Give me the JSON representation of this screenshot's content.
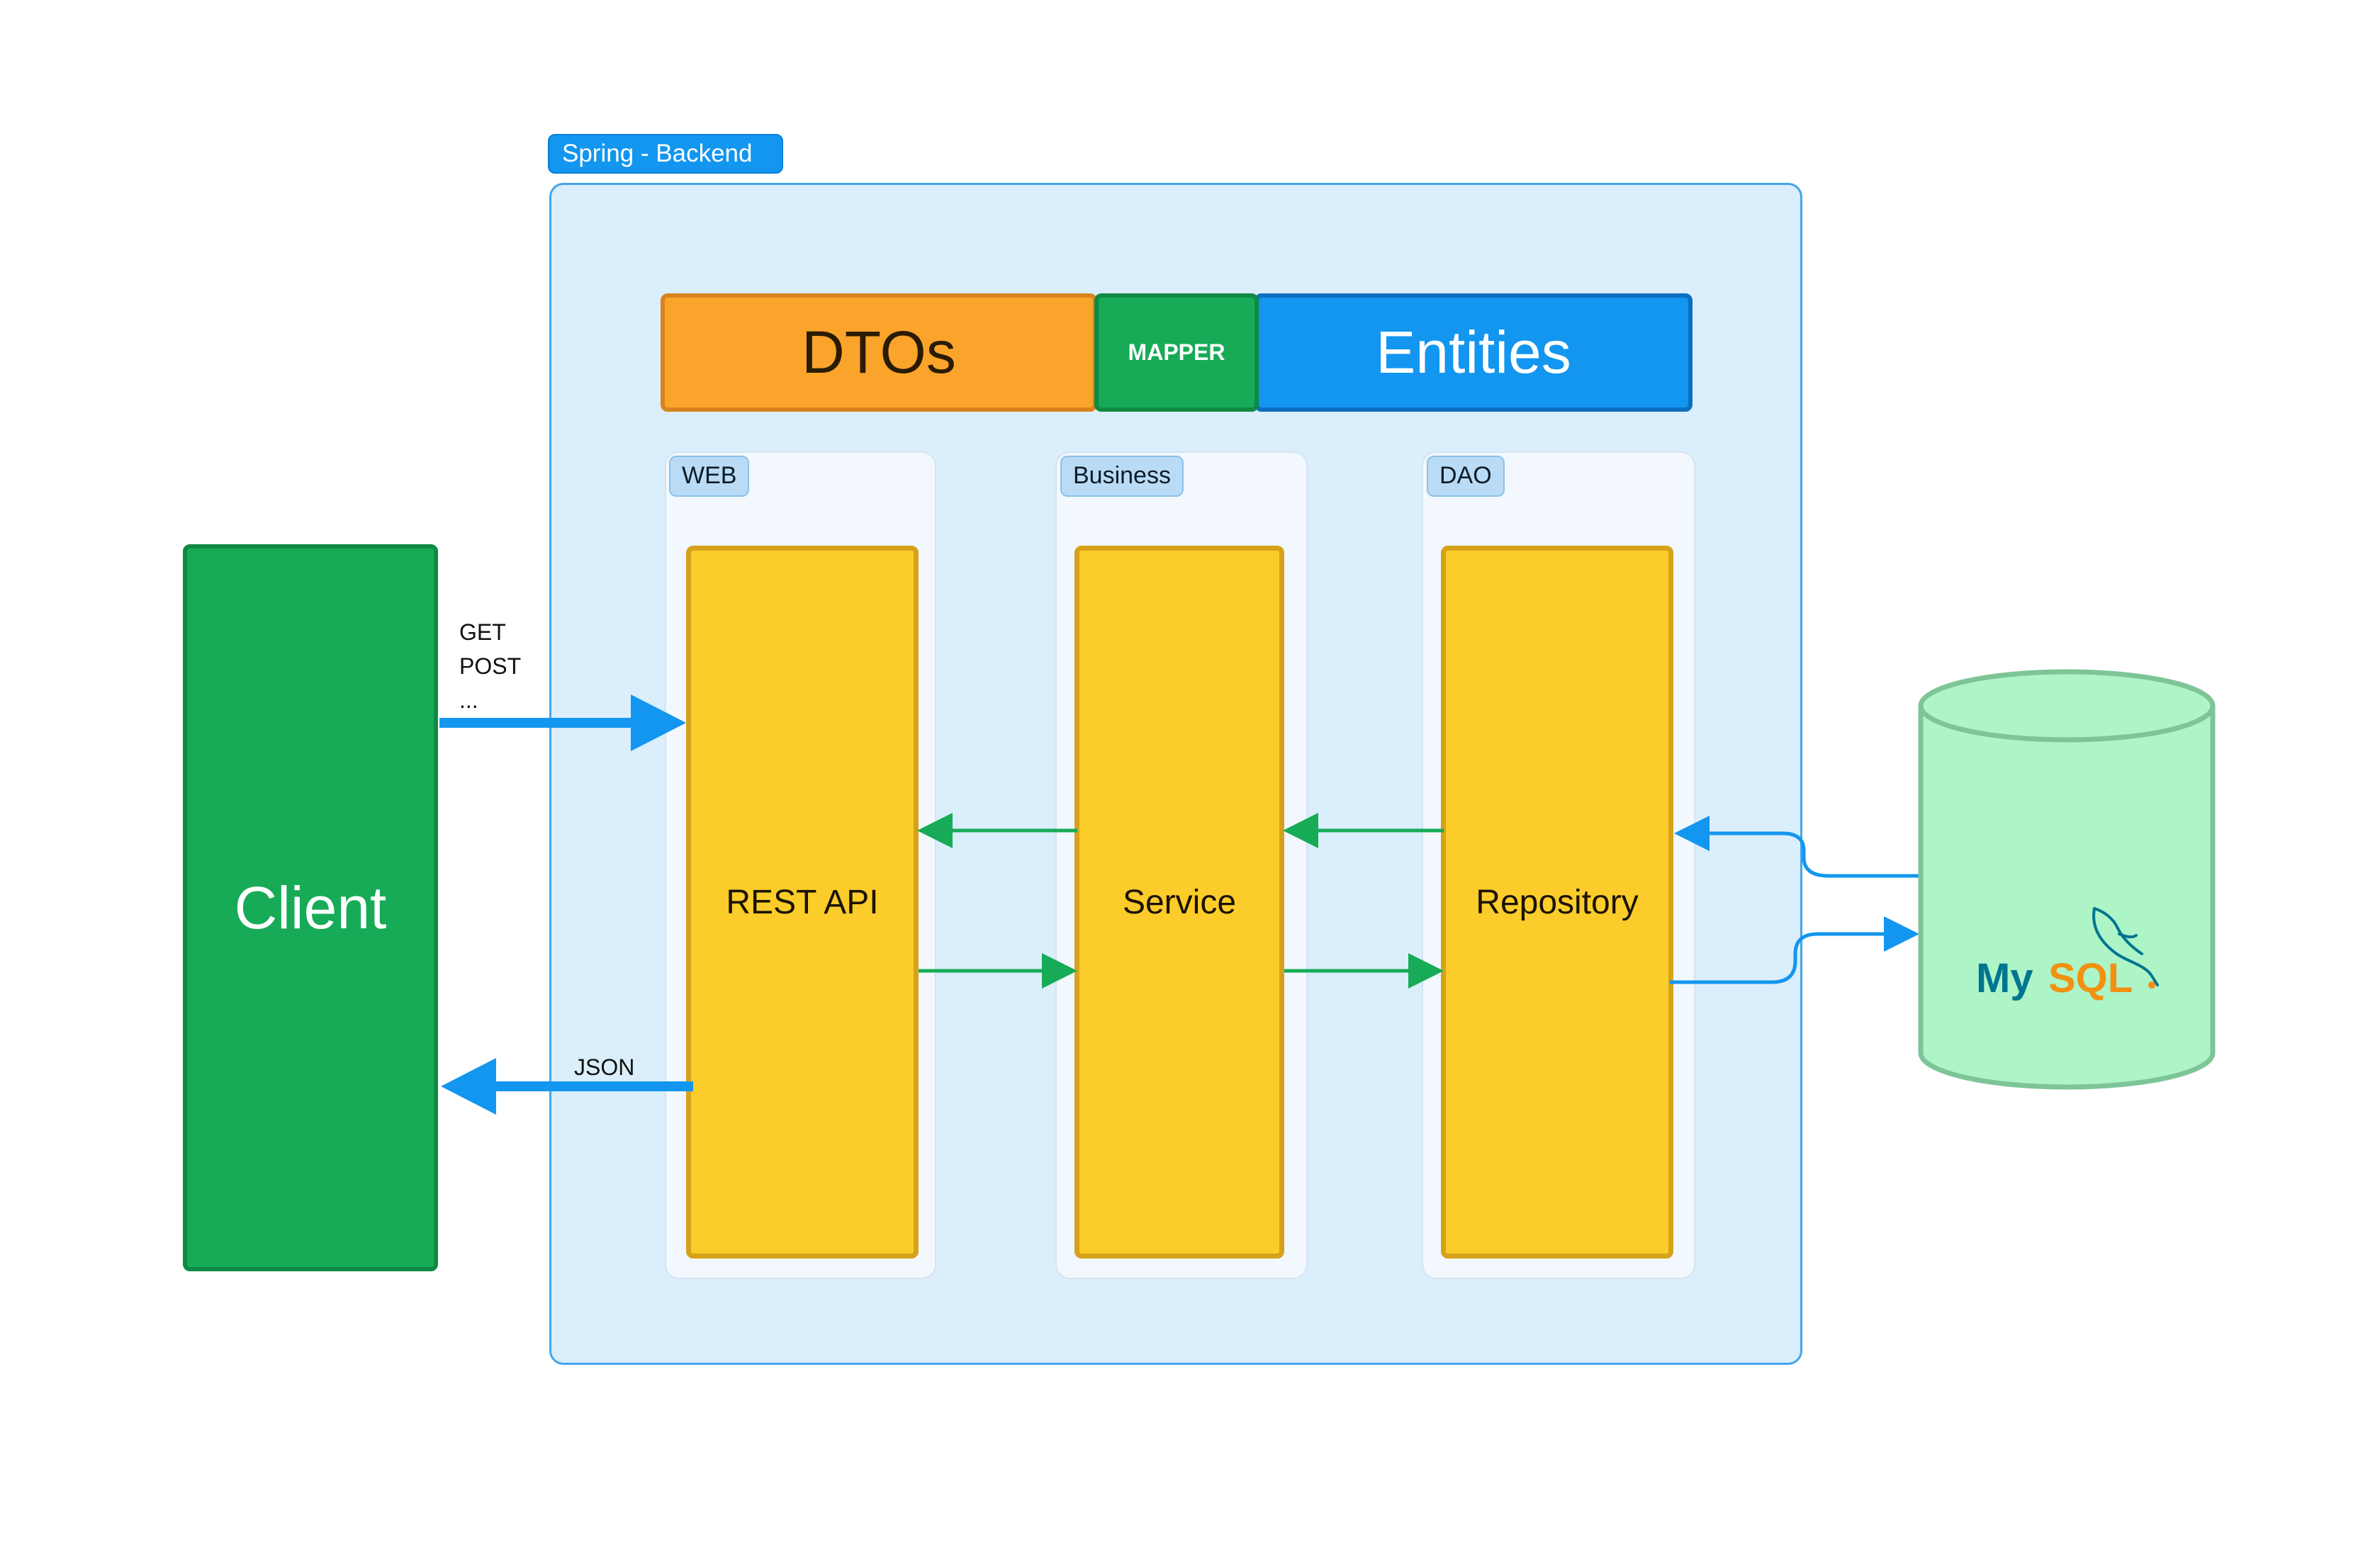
{
  "backend": {
    "label": "Spring - Backend"
  },
  "band": {
    "dtos": "DTOs",
    "mapper": "MAPPER",
    "entities": "Entities"
  },
  "layers": {
    "web": {
      "tag": "WEB",
      "component": "REST API"
    },
    "business": {
      "tag": "Business",
      "component": "Service"
    },
    "dao": {
      "tag": "DAO",
      "component": "Repository"
    }
  },
  "client": {
    "label": "Client"
  },
  "request": {
    "methods": [
      "GET",
      "POST",
      "..."
    ]
  },
  "response": {
    "label": "JSON"
  },
  "database": {
    "logo_text_my": "My",
    "logo_text_sql": "SQL",
    "logo_icon": "dolphin-icon"
  },
  "colors": {
    "backend_frame": "#dbeefb",
    "dtos": "#fba42b",
    "mapper": "#17ab57",
    "entities": "#1296f0",
    "component": "#fccc2a",
    "client": "#17ab57",
    "database": "#adf4c7",
    "http_arrow": "#1296f0",
    "flow_arrow": "#17ab57"
  }
}
